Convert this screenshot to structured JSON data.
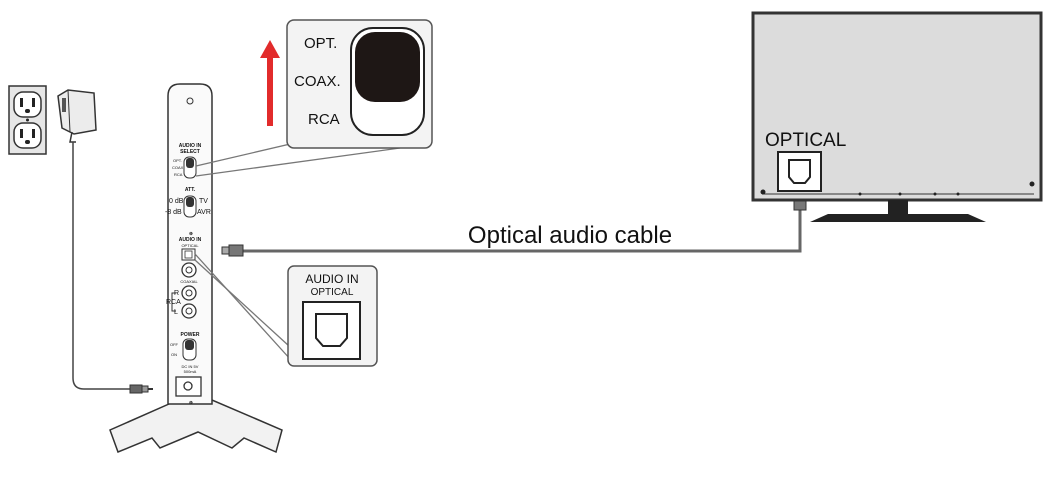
{
  "colors": {
    "outline": "#333333",
    "tv_screen": "#dcdcdc",
    "arrow": "#e22b2b",
    "slider_knob": "#1e1715",
    "callout_bg": "#f3f3f3"
  },
  "icons": [
    "wall-outlet-icon",
    "power-adapter-icon",
    "up-arrow-icon",
    "optical-port-icon"
  ],
  "selector_callout": {
    "opt": "OPT.",
    "coax": "COAX.",
    "rca": "RCA"
  },
  "optical_callout": {
    "line1": "AUDIO IN",
    "line2": "OPTICAL"
  },
  "tv": {
    "port_label": "OPTICAL"
  },
  "cable": {
    "label": "Optical audio cable"
  },
  "device": {
    "audio_in_select": "AUDIO IN",
    "audio_in_select2": "SELECT",
    "sel_opt": "OPT.",
    "sel_coax": "COAX.",
    "sel_rca": "RCA",
    "att": "ATT.",
    "att_0db": "0 dB",
    "att_8db": "-8 dB",
    "att_tv": "TV",
    "att_avr": "AVR",
    "audio_in": "AUDIO IN",
    "optical_small": "OPTICAL",
    "coaxial_small": "COAXIAL",
    "rca_label": "RCA",
    "r": "R",
    "l": "L",
    "power": "POWER",
    "off": "OFF",
    "on": "ON",
    "dc_in": "DC IN 5V",
    "dc_ma": "500mA"
  }
}
